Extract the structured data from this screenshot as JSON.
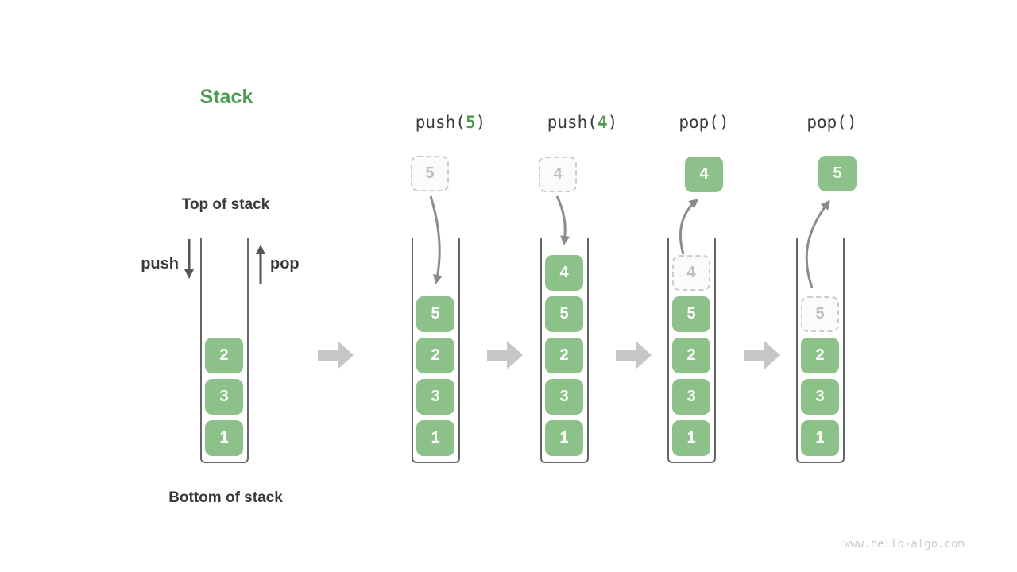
{
  "title": "Stack",
  "labels": {
    "top_of_stack": "Top of stack",
    "bottom_of_stack": "Bottom of stack",
    "push": "push",
    "pop": "pop"
  },
  "operations": [
    {
      "pre": "push(",
      "arg": "5",
      "post": ")"
    },
    {
      "pre": "push(",
      "arg": "4",
      "post": ")"
    },
    {
      "pre": "pop(",
      "arg": "",
      "post": ")"
    },
    {
      "pre": "pop(",
      "arg": "",
      "post": ")"
    }
  ],
  "stacks": [
    {
      "name": "initial",
      "solid": [
        "2",
        "3",
        "1"
      ],
      "ghost": null
    },
    {
      "name": "after-push-5",
      "solid": [
        "5",
        "2",
        "3",
        "1"
      ],
      "ghost": null
    },
    {
      "name": "after-push-4",
      "solid": [
        "4",
        "5",
        "2",
        "3",
        "1"
      ],
      "ghost": null
    },
    {
      "name": "after-pop-4",
      "solid": [
        "5",
        "2",
        "3",
        "1"
      ],
      "ghost": "4"
    },
    {
      "name": "after-pop-5",
      "solid": [
        "2",
        "3",
        "1"
      ],
      "ghost": "5"
    }
  ],
  "floating": [
    {
      "value": "5",
      "style": "dashed"
    },
    {
      "value": "4",
      "style": "dashed"
    },
    {
      "value": "4",
      "style": "solid"
    },
    {
      "value": "5",
      "style": "solid"
    }
  ],
  "watermark": "www.hello-algo.com",
  "colors": {
    "box_green": "#8CC28A",
    "accent_green": "#4C9B51",
    "dark_text": "#3A3A3A",
    "flow_arrow_gray": "#C6C6C6",
    "curve_arrow_gray": "#8C8C8C",
    "wall_gray": "#666666",
    "dashed_border": "#CCCCCC",
    "ghost_text": "#BDBDBD",
    "watermark_gray": "#CBCBCB"
  }
}
